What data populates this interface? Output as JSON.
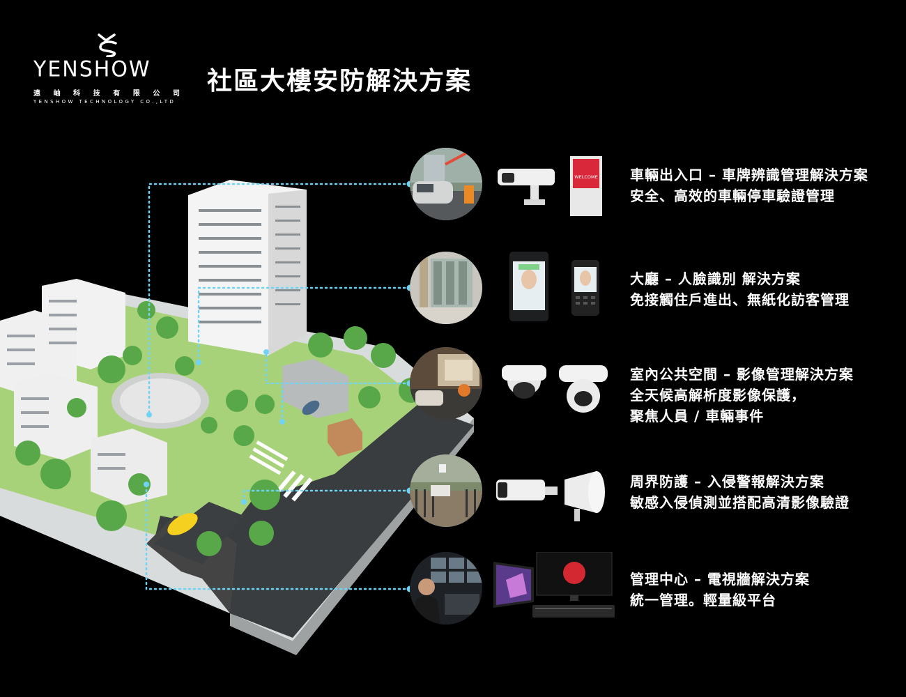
{
  "brand": {
    "wordmark": "YENSHOW",
    "chinese_name": [
      "遠",
      "岫",
      "科",
      "技",
      "有",
      "限",
      "公",
      "司"
    ],
    "english_name": "YENSHOW TECHNOLOGY CO.,LTD"
  },
  "page_title": "社區大樓安防解決方案",
  "colors": {
    "background": "#000000",
    "connector": "#6fd3f5",
    "text": "#ffffff"
  },
  "solutions": [
    {
      "id": "vehicle",
      "line1": "車輛出入口 – 車牌辨識管理解決方案",
      "line2": "安全、高效的車輛停車驗證管理",
      "photo_icon": "parking-gate-photo",
      "device_icons": [
        "lpr-camera-icon",
        "welcome-display-icon"
      ],
      "display_text": "WELCOME"
    },
    {
      "id": "lobby",
      "line1": "大廳 – 人臉識別 解決方案",
      "line2": "免接觸住戶進出、無紙化訪客管理",
      "photo_icon": "lobby-photo",
      "device_icons": [
        "face-terminal-large-icon",
        "face-terminal-small-icon"
      ]
    },
    {
      "id": "indoor",
      "line1": "室內公共空間 – 影像管理解決方案",
      "line2": "全天候高解析度影像保護，",
      "line3": "聚焦人員 / 車輛事件",
      "photo_icon": "lounge-photo",
      "device_icons": [
        "dome-camera-icon",
        "ptz-dome-camera-icon"
      ]
    },
    {
      "id": "perimeter",
      "line1": "周界防護 – 入侵警報解決方案",
      "line2": "敏感入侵偵測並搭配高清影像驗證",
      "photo_icon": "perimeter-wall-photo",
      "device_icons": [
        "bullet-camera-icon",
        "horn-speaker-icon"
      ]
    },
    {
      "id": "control",
      "line1": "管理中心 – 電視牆解決方案",
      "line2": "統一管理。輕量級平台",
      "photo_icon": "control-room-photo",
      "device_icons": [
        "video-wall-panel-icon",
        "monitor-nvr-icon"
      ]
    }
  ]
}
